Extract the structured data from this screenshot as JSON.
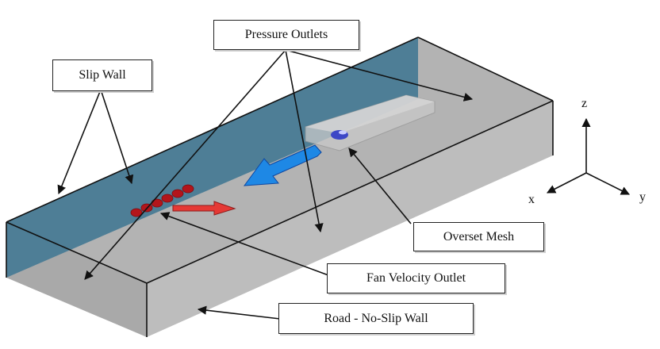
{
  "labels": {
    "pressure_outlets": "Pressure Outlets",
    "slip_wall": "Slip Wall",
    "overset_mesh": "Overset Mesh",
    "fan_velocity_outlet": "Fan Velocity Outlet",
    "road_no_slip_wall": "Road - No-Slip Wall"
  },
  "axes": {
    "x": "x",
    "y": "y",
    "z": "z"
  },
  "colors": {
    "floor": "#b3b3b3",
    "slip_wall": "#4e7e96",
    "flow_arrow": "#1e88e5",
    "fan_arrow": "#e53935",
    "fans": "#b3151b",
    "car": "#3d47c6"
  }
}
